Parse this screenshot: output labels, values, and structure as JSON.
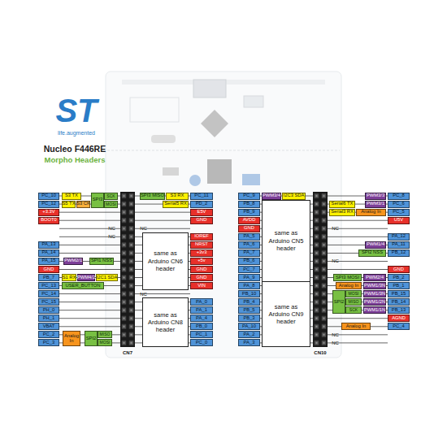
{
  "diagram": {
    "title": "Nucleo F446RE",
    "nodes": [
      {
        "text": [
          "same as Arduino CN6 header"
        ]
      },
      {
        "text": [
          "same as Arduino CN8 header"
        ]
      },
      {
        "text": [
          "same as Arduino CN5 header"
        ]
      },
      {
        "text": [
          "same as Arduino CN9 header"
        ]
      }
    ],
    "labels": [
      "ST",
      "life.augmented",
      "Morpho Headers",
      "PC_10",
      "S3 TX",
      "SPI3",
      "SCK",
      "PC_12",
      "S5 TX",
      "S3 CK",
      "MOSI",
      "+3.3V",
      "BOOT0",
      "NC",
      "NC",
      "PA_13",
      "PA_14",
      "PA_15",
      "PWM2/1",
      "SPI1 NSS",
      "GND",
      "PB_7",
      "S1 RX",
      "PWM4/2",
      "I2C1 SDA",
      "PC_13",
      "USER_BUTTON",
      "PC_14",
      "PC_15",
      "PH_0",
      "PH_1",
      "VBAT",
      "PC_2",
      "Analog In",
      "SPI2",
      "MISO",
      "PC_3",
      "MOSI",
      "SPI3 MISO",
      "S3 RX",
      "PC_11",
      "Serial5 RX",
      "PD_2",
      "E5V",
      "GND",
      "NC",
      "IOREF",
      "NRST",
      "+3v3",
      "+5v",
      "GND",
      "GND",
      "VIN",
      "NC",
      "PA_0",
      "PA_1",
      "PA_4",
      "PB_0",
      "PC_1",
      "PC_0",
      "PC_9",
      "PWM3/4",
      "I2C3 SDA",
      "PB_8",
      "PB_9",
      "AVDD",
      "GND",
      "PA_5",
      "PA_6",
      "PA_7",
      "PB_6",
      "PC_7",
      "PA_9",
      "PA_8",
      "PB_10",
      "PB_4",
      "PB_5",
      "PB_3",
      "PA_10",
      "PA_2",
      "PA_3",
      "PWM3/3",
      "PC_8",
      "Serial6 TX",
      "PWM3/1",
      "PC_6",
      "Serial3 RX",
      "Analog In",
      "PC_5",
      "U5V",
      "NC",
      "PA_12",
      "PWM1/4",
      "PA_11",
      "SPI2 NSS",
      "PB_12",
      "NC",
      "GND",
      "SPI3 MOSI",
      "PWM2/4",
      "PB_2",
      "Analog In",
      "PWM1/3N",
      "PB_1",
      "SPI2",
      "MOSI",
      "PWM1/3N",
      "PB_15",
      "MISO",
      "PWM1/2N",
      "PB_14",
      "SCK",
      "PWM1/1N",
      "PB_13",
      "AGND",
      "Analog In",
      "PC_4",
      "NC",
      "NC",
      "CN7",
      "CN10"
    ]
  }
}
